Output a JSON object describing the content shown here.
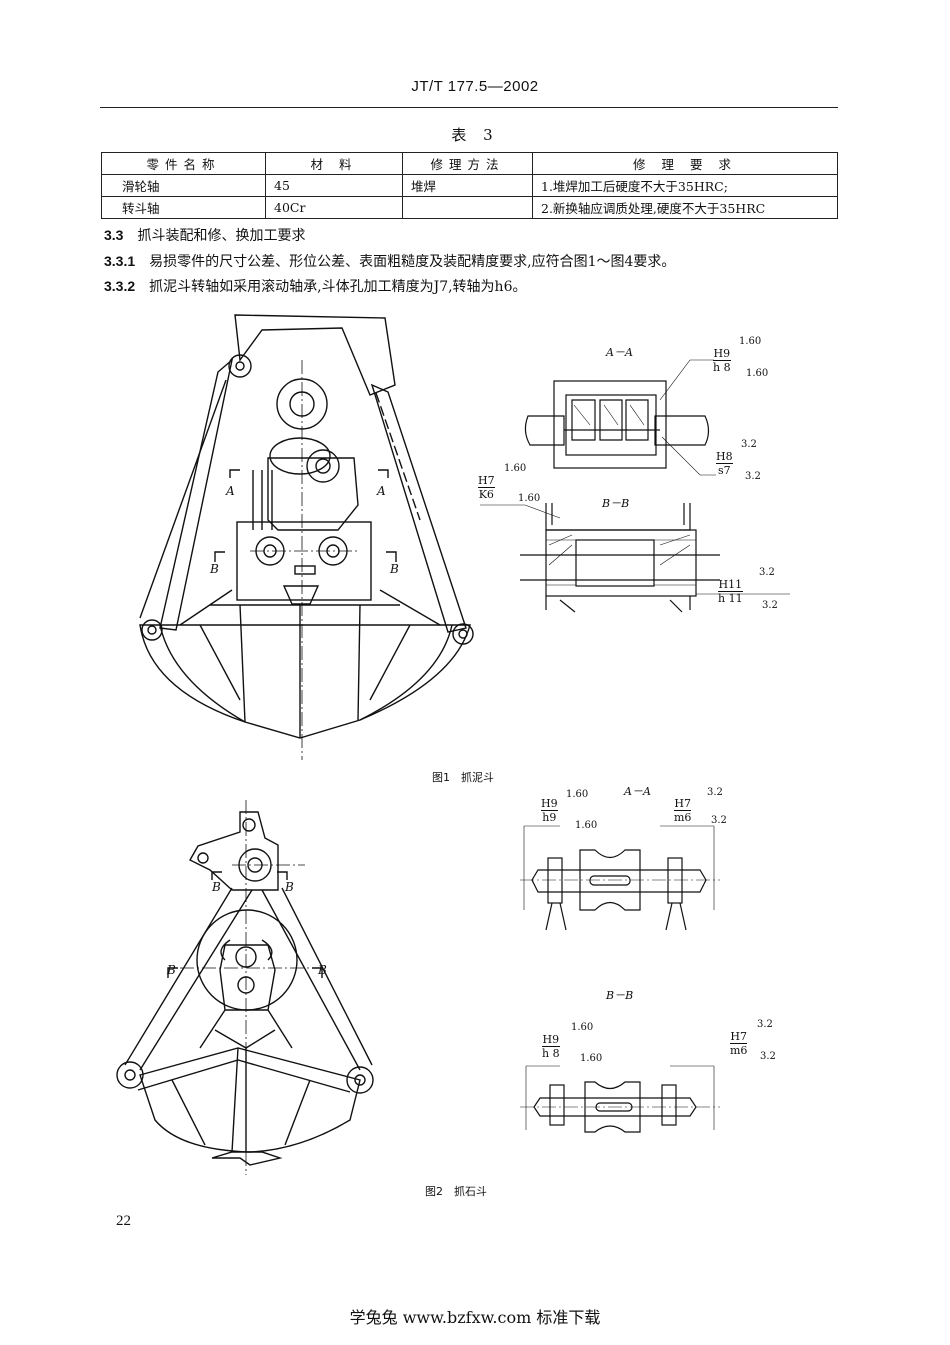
{
  "header": {
    "standard_code": "JT/T 177.5—2002"
  },
  "table": {
    "caption": "表 3",
    "headers": [
      "零件名称",
      "材 料",
      "修理方法",
      "修 理 要 求"
    ],
    "rows": [
      [
        "滑轮轴",
        "45",
        "堆焊",
        "1.堆焊加工后硬度不大于35HRC;"
      ],
      [
        "转斗轴",
        "40Cr",
        "",
        "2.新换轴应调质处理,硬度不大于35HRC"
      ]
    ]
  },
  "sections": [
    {
      "number": "3.3",
      "text": "抓斗装配和修、换加工要求"
    },
    {
      "number": "3.3.1",
      "text": "易损零件的尺寸公差、形位公差、表面粗糙度及装配精度要求,应符合图1～图4要求。"
    },
    {
      "number": "3.3.2",
      "text": "抓泥斗转轴如采用滚动轴承,斗体孔加工精度为J7,转轴为h6。"
    }
  ],
  "figure1": {
    "caption": "图1　抓泥斗",
    "section_aa": "A－A",
    "section_bb": "B－B",
    "cut_label_a": "A",
    "cut_label_b": "B",
    "fits": {
      "aa_top": {
        "hole": "H9",
        "shaft": "h 8",
        "r1": "1.60",
        "r2": "1.60"
      },
      "aa_mid": {
        "hole": "H8",
        "shaft": "s7",
        "r1": "3.2",
        "r2": "3.2"
      },
      "left": {
        "hole": "H7",
        "shaft": "K6",
        "r1": "1.60",
        "r2": "1.60"
      },
      "bb": {
        "hole": "H11",
        "shaft": "h 11",
        "r1": "3.2",
        "r2": "3.2"
      }
    }
  },
  "figure2": {
    "caption": "图2　抓石斗",
    "section_aa": "A－A",
    "section_bb": "B－B",
    "cut_label_b": "B",
    "fits": {
      "aa_left": {
        "hole": "H9",
        "shaft": "h9",
        "r1": "1.60",
        "r2": "1.60"
      },
      "aa_right": {
        "hole": "H7",
        "shaft": "m6",
        "r1": "3.2",
        "r2": "3.2"
      },
      "bb_left": {
        "hole": "H9",
        "shaft": "h 8",
        "r1": "1.60",
        "r2": "1.60"
      },
      "bb_right": {
        "hole": "H7",
        "shaft": "m6",
        "r1": "3.2",
        "r2": "3.2"
      }
    }
  },
  "page_number": "22",
  "footer": {
    "text": "学兔兔 www.bzfxw.com 标准下载"
  }
}
